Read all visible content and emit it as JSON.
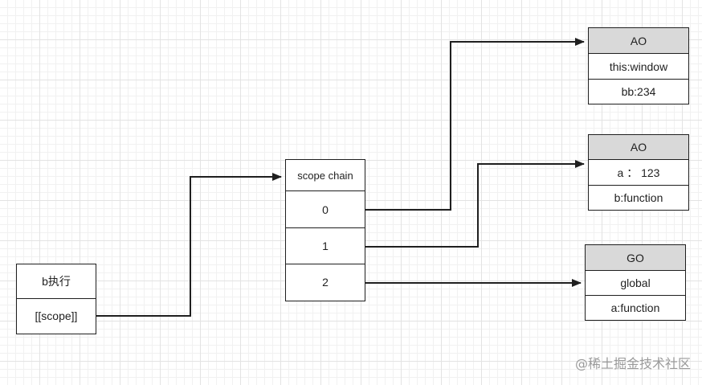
{
  "exec_box": {
    "title": "b执行",
    "scope": "[[scope]]"
  },
  "scope_chain": {
    "title": "scope chain",
    "slots": [
      "0",
      "1",
      "2"
    ]
  },
  "ao_b": {
    "title": "AO",
    "rows": [
      "this:window",
      "bb:234"
    ]
  },
  "ao_a": {
    "title": "AO",
    "rows": [
      "a ： 123",
      "b:function"
    ]
  },
  "go": {
    "title": "GO",
    "rows": [
      "global",
      "a:function"
    ]
  },
  "watermark": "@稀土掘金技术社区"
}
